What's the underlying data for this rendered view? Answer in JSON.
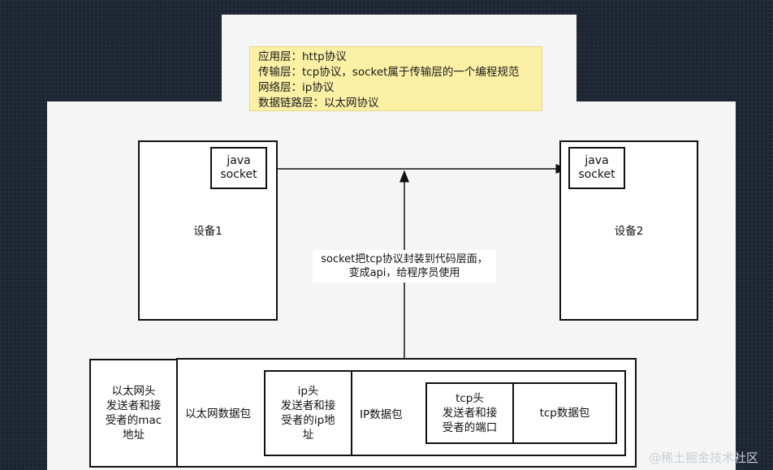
{
  "note": {
    "lines": [
      "应用层：http协议",
      "传输层：tcp协议，socket属于传输层的一个编程规范",
      "网络层：ip协议",
      "数据链路层：以太网协议"
    ]
  },
  "device1": {
    "label": "设备1",
    "socket_line1": "java",
    "socket_line2": "socket"
  },
  "device2": {
    "label": "设备2",
    "socket_line1": "java",
    "socket_line2": "socket"
  },
  "callout": {
    "line1": "socket把tcp协议封装到代码层面，",
    "line2": "变成api，给程序员使用"
  },
  "packet": {
    "ethernet_header": [
      "以太网头",
      "发送者和接",
      "受者的mac",
      "地址"
    ],
    "ethernet_label": "以太网数据包",
    "ip_header": [
      "ip头",
      "发送者和接",
      "受者的ip地",
      "址"
    ],
    "ip_label": "IP数据包",
    "tcp_header": [
      "tcp头",
      "发送者和接",
      "受者的端口"
    ],
    "tcp_label": "tcp数据包"
  },
  "watermark": "@稀土掘金技术社区",
  "colors": {
    "note_bg": "#fbf0a4",
    "canvas_bg": "#f5f5f5",
    "page_bg": "#1e2633",
    "stroke": "#111111"
  }
}
